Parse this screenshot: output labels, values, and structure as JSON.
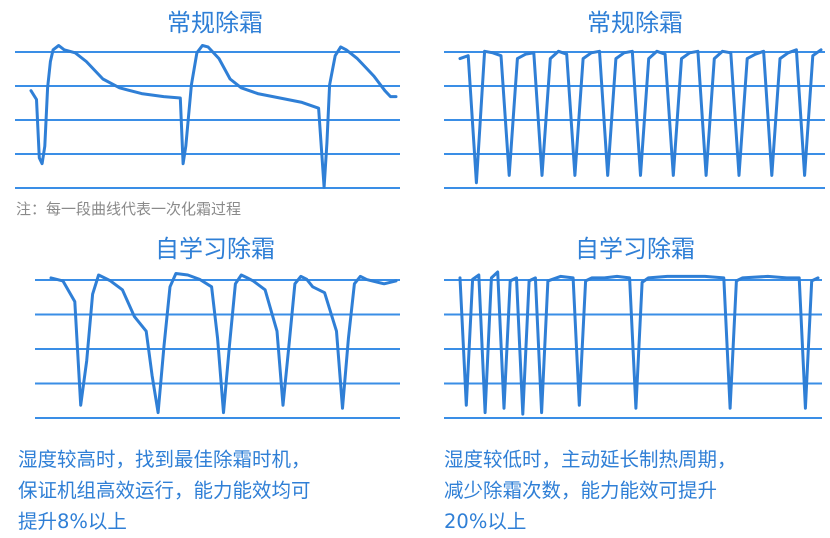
{
  "colors": {
    "accent": "#2f7fd6",
    "gridline": "#3a8ee6",
    "note": "#8a8a8a"
  },
  "note": "注：每一段曲线代表一次化霜过程",
  "caption_left": [
    "湿度较高时，找到最佳除霜时机，",
    "保证机组高效运行，能力能效均可",
    "提升8%以上"
  ],
  "caption_right": [
    "湿度较低时，主动延长制热周期，",
    "减少除霜次数，能力能效可提升",
    "20%以上"
  ],
  "chart_data": [
    {
      "type": "line",
      "title": "常规除霜",
      "grid": true,
      "ylim": [
        0,
        1
      ],
      "xlim": [
        0,
        100
      ],
      "series": [
        {
          "x": [
            0,
            2,
            3,
            4,
            5,
            6,
            7,
            8,
            10,
            12,
            16,
            20,
            26,
            32,
            40,
            48,
            54,
            55,
            56,
            58,
            60,
            62,
            64,
            68,
            72,
            76,
            82,
            90,
            98,
            104,
            106,
            107,
            108,
            110,
            112,
            114,
            116,
            118,
            120,
            124,
            128,
            130,
            132
          ],
          "values": [
            0.68,
            0.62,
            0.22,
            0.18,
            0.3,
            0.7,
            0.88,
            0.96,
            0.99,
            0.96,
            0.94,
            0.88,
            0.76,
            0.7,
            0.66,
            0.64,
            0.63,
            0.18,
            0.3,
            0.72,
            0.94,
            0.99,
            0.98,
            0.9,
            0.76,
            0.7,
            0.66,
            0.63,
            0.6,
            0.56,
            0.02,
            0.32,
            0.72,
            0.92,
            0.98,
            0.96,
            0.93,
            0.9,
            0.86,
            0.78,
            0.68,
            0.64,
            0.64
          ]
        }
      ]
    },
    {
      "type": "line",
      "title": "常规除霜",
      "grid": true,
      "ylim": [
        0,
        1
      ],
      "series": [
        {
          "x": [
            0,
            2,
            4,
            6,
            8,
            10,
            12,
            14,
            16,
            18,
            20,
            22,
            24,
            26,
            28,
            30,
            32,
            34,
            36,
            38,
            40,
            42,
            44,
            46,
            48,
            50,
            52,
            54,
            56,
            58,
            60,
            62,
            64,
            66,
            68,
            70,
            72,
            74,
            76,
            78,
            80,
            82,
            84,
            86,
            88
          ],
          "values": [
            0.9,
            0.92,
            0.05,
            0.95,
            0.94,
            0.92,
            0.1,
            0.9,
            0.93,
            0.94,
            0.1,
            0.9,
            0.95,
            0.93,
            0.1,
            0.9,
            0.94,
            0.95,
            0.1,
            0.9,
            0.94,
            0.95,
            0.1,
            0.9,
            0.95,
            0.93,
            0.1,
            0.9,
            0.94,
            0.95,
            0.1,
            0.9,
            0.95,
            0.94,
            0.1,
            0.9,
            0.93,
            0.95,
            0.1,
            0.9,
            0.94,
            0.96,
            0.1,
            0.92,
            0.96
          ]
        }
      ]
    },
    {
      "type": "line",
      "title": "自学习除霜",
      "grid": true,
      "ylim": [
        0,
        1
      ],
      "series": [
        {
          "x": [
            0,
            4,
            8,
            10,
            12,
            14,
            16,
            18,
            20,
            24,
            28,
            32,
            34,
            36,
            38,
            40,
            42,
            46,
            50,
            54,
            56,
            58,
            60,
            62,
            64,
            66,
            68,
            72,
            76,
            78,
            80,
            82,
            84,
            86,
            88,
            92,
            96,
            98,
            100,
            102,
            104,
            106,
            108,
            112,
            116
          ],
          "values": [
            0.96,
            0.94,
            0.8,
            0.1,
            0.4,
            0.85,
            0.98,
            0.96,
            0.94,
            0.88,
            0.7,
            0.6,
            0.3,
            0.05,
            0.5,
            0.9,
            0.99,
            0.98,
            0.95,
            0.9,
            0.55,
            0.05,
            0.5,
            0.92,
            0.98,
            0.96,
            0.94,
            0.88,
            0.6,
            0.1,
            0.5,
            0.92,
            0.97,
            0.95,
            0.9,
            0.86,
            0.6,
            0.08,
            0.55,
            0.92,
            0.97,
            0.95,
            0.94,
            0.92,
            0.94
          ]
        }
      ]
    },
    {
      "type": "line",
      "title": "自学习除霜",
      "grid": true,
      "ylim": [
        0,
        1
      ],
      "series": [
        {
          "x": [
            0,
            2,
            4,
            6,
            8,
            10,
            12,
            14,
            16,
            18,
            20,
            22,
            24,
            26,
            28,
            32,
            36,
            38,
            40,
            42,
            46,
            50,
            54,
            56,
            58,
            60,
            66,
            72,
            78,
            84,
            86,
            88,
            90,
            98,
            104,
            108,
            110,
            112,
            114
          ],
          "values": [
            0.96,
            0.1,
            0.95,
            0.98,
            0.05,
            0.96,
            1.0,
            0.08,
            0.94,
            0.96,
            0.04,
            0.94,
            0.96,
            0.05,
            0.94,
            0.97,
            0.96,
            0.1,
            0.94,
            0.96,
            0.96,
            0.97,
            0.96,
            0.08,
            0.93,
            0.96,
            0.97,
            0.97,
            0.97,
            0.96,
            0.08,
            0.94,
            0.96,
            0.97,
            0.96,
            0.96,
            0.08,
            0.94,
            0.96
          ]
        }
      ]
    }
  ]
}
